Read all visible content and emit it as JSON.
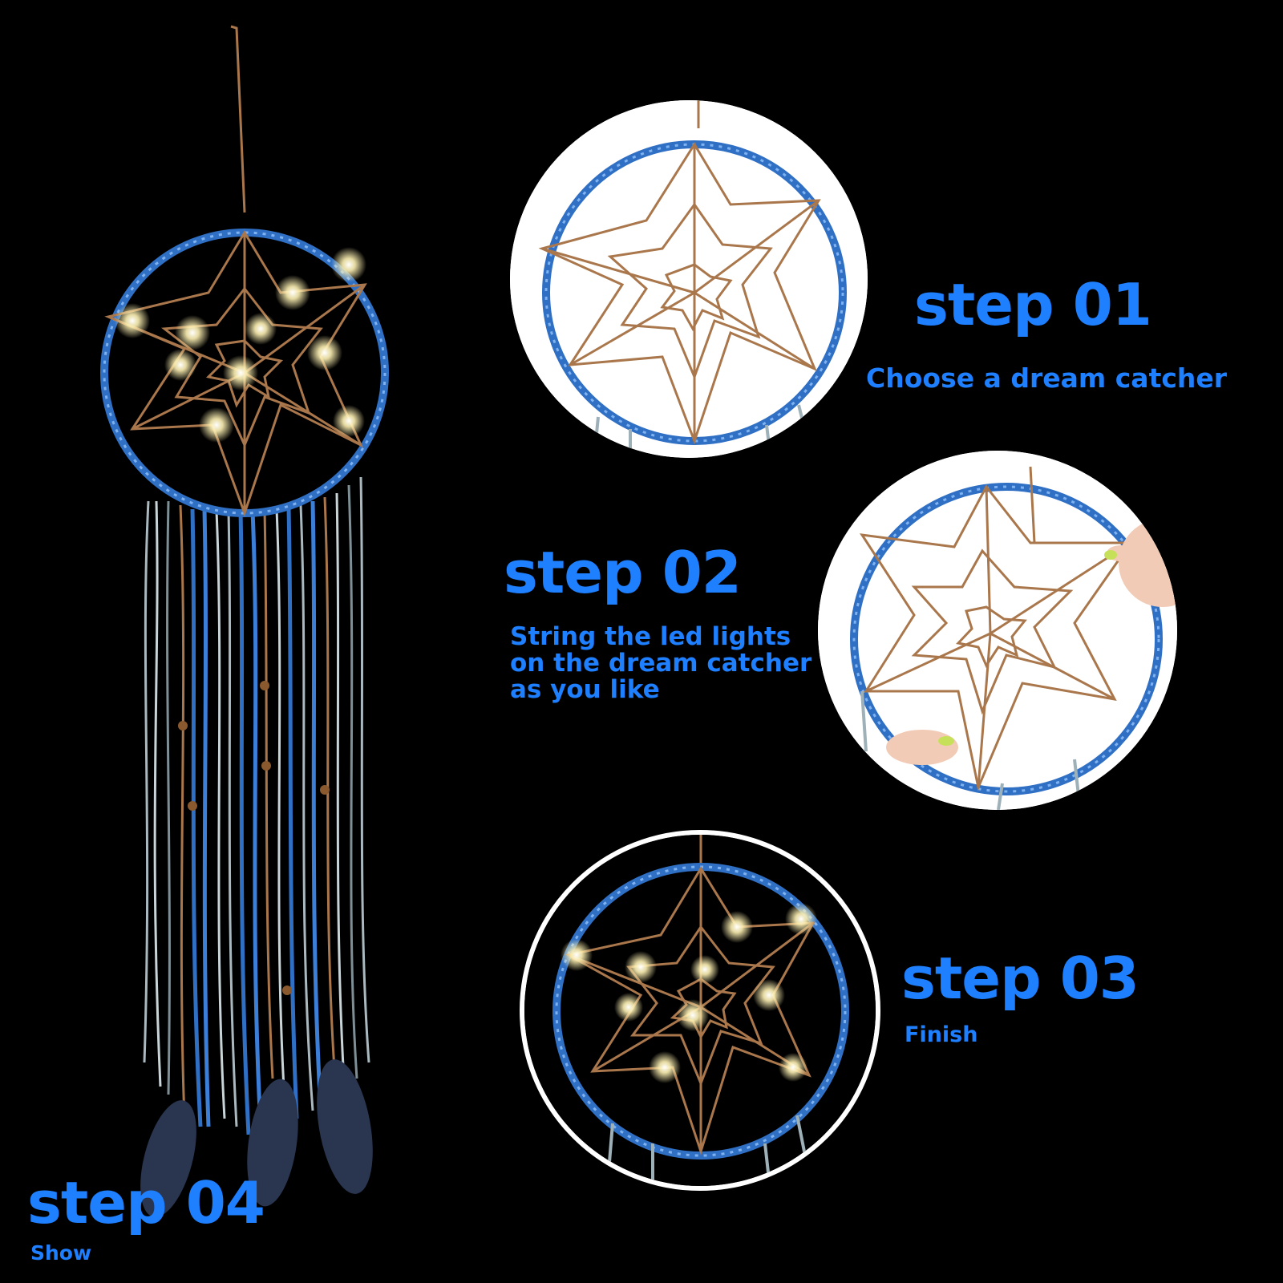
{
  "steps": [
    {
      "title": "step 01",
      "description": "Choose a dream catcher"
    },
    {
      "title": "step 02",
      "description": "String the led lights on the dream catcher as you like"
    },
    {
      "title": "step 03",
      "description": "Finish"
    },
    {
      "title": "step 04",
      "description": "Show"
    }
  ],
  "colors": {
    "background": "#000000",
    "text_accent": "#1e7fff",
    "hoop_blue": "#2f6fc4",
    "web_brown": "#a9774b",
    "light_glow": "#fff2b3"
  },
  "icons": [
    "dream-catcher-image",
    "hand-image",
    "led-light-icon",
    "feather-icon"
  ]
}
